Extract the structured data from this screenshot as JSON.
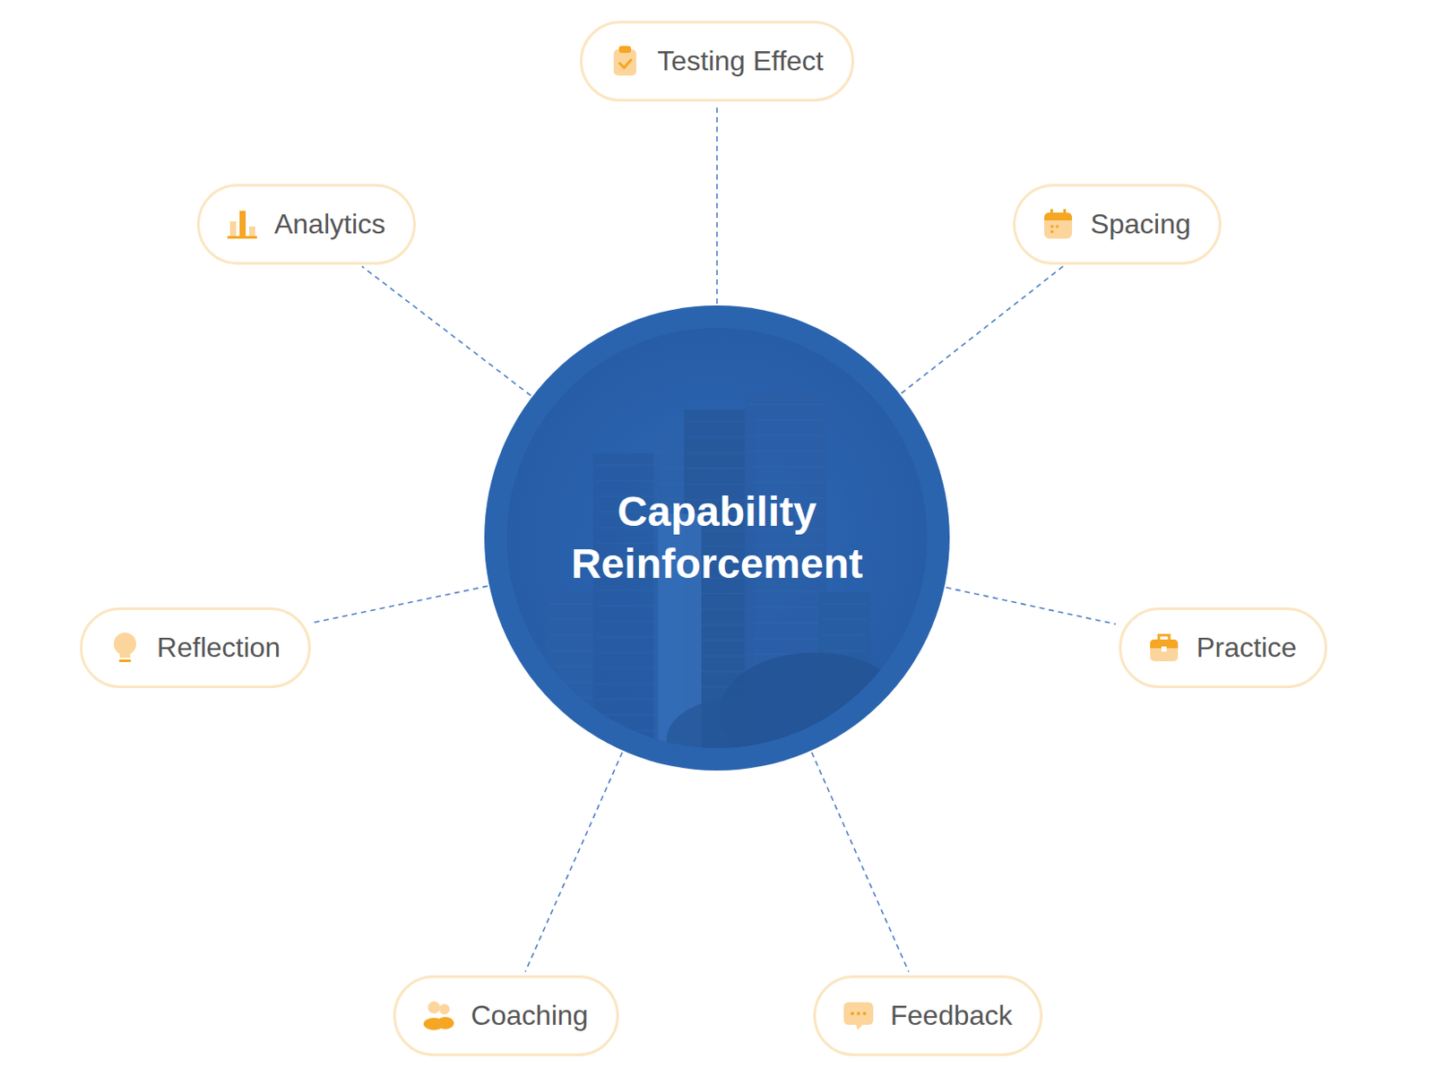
{
  "diagram": {
    "nodes": [
      {
        "text": [
          "Testing Effect"
        ]
      },
      {
        "text": [
          "Analytics"
        ]
      },
      {
        "text": [
          "Spacing"
        ]
      },
      {
        "text": [
          "Capability Reinforcement"
        ]
      },
      {
        "text": [
          "Reflection"
        ]
      },
      {
        "text": [
          "Practice"
        ]
      },
      {
        "text": [
          "Coaching"
        ]
      },
      {
        "text": [
          "Feedback"
        ]
      }
    ],
    "edges": [
      {
        "from": 3,
        "to": 0,
        "arrow": "none"
      },
      {
        "from": 3,
        "to": 2,
        "arrow": "none"
      },
      {
        "from": 3,
        "to": 5,
        "arrow": "none"
      },
      {
        "from": 3,
        "to": 7,
        "arrow": "none"
      },
      {
        "from": 3,
        "to": 6,
        "arrow": "none"
      },
      {
        "from": 3,
        "to": 4,
        "arrow": "none"
      },
      {
        "from": 3,
        "to": 1,
        "arrow": "none"
      }
    ]
  }
}
